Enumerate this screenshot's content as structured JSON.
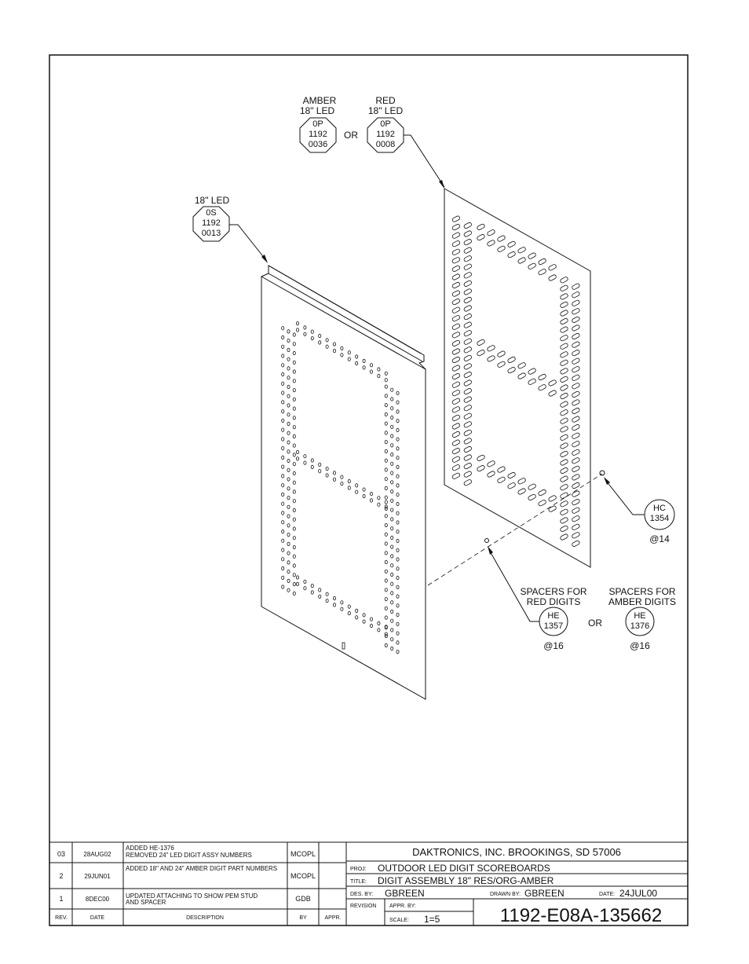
{
  "callouts": {
    "amber": {
      "title_line1": "AMBER",
      "title_line2": "18\" LED",
      "l1": "0P",
      "l2": "1192",
      "l3": "0036"
    },
    "or_top": "OR",
    "red": {
      "title_line1": "RED",
      "title_line2": "18\" LED",
      "l1": "0P",
      "l2": "1192",
      "l3": "0008"
    },
    "led": {
      "title": "18\" LED",
      "l1": "0S",
      "l2": "1192",
      "l3": "0013"
    },
    "hc": {
      "l1": "HC",
      "l2": "1354",
      "qty": "@14"
    },
    "spacers_red": {
      "line1": "SPACERS FOR",
      "line2": "RED DIGITS",
      "l1": "HE",
      "l2": "1357",
      "qty": "@16"
    },
    "or_bottom": "OR",
    "spacers_amber": {
      "line1": "SPACERS FOR",
      "line2": "AMBER DIGITS",
      "l1": "HE",
      "l2": "1376",
      "qty": "@16"
    }
  },
  "revisions": {
    "headers": {
      "rev": "REV.",
      "date": "DATE",
      "desc": "DESCRIPTION",
      "by": "BY",
      "appr": "APPR."
    },
    "rows": [
      {
        "rev": "03",
        "date": "28AUG02",
        "desc1": "ADDED HE-1376",
        "desc2": "REMOVED 24\" LED DIGIT ASSY NUMBERS",
        "by": "MCOPL",
        "appr": ""
      },
      {
        "rev": "2",
        "date": "29JUN01",
        "desc1": "ADDED 18\" AND 24\" AMBER DIGIT PART NUMBERS",
        "desc2": "",
        "by": "MCOPL",
        "appr": ""
      },
      {
        "rev": "1",
        "date": "8DEC00",
        "desc1": "UPDATED ATTACHING TO SHOW PEM STUD",
        "desc2": "AND SPACER",
        "by": "GDB",
        "appr": ""
      }
    ]
  },
  "title_block": {
    "company": "DAKTRONICS, INC.   BROOKINGS, SD 57006",
    "proj_label": "PROJ:",
    "proj": "OUTDOOR LED DIGIT SCOREBOARDS",
    "title_label": "TITLE:",
    "title": "DIGIT ASSEMBLY 18\" RES/ORG-AMBER",
    "des_label": "DES. BY:",
    "des_by": "GBREEN",
    "drawn_label": "DRAWN BY:",
    "drawn_by": "GBREEN",
    "date_label": "DATE:",
    "date": "24JUL00",
    "revision_label": "REVISION",
    "appr_label": "APPR. BY:",
    "scale_label": "SCALE:",
    "scale": "1=5",
    "drawing_number": "1192-E08A-135662"
  }
}
